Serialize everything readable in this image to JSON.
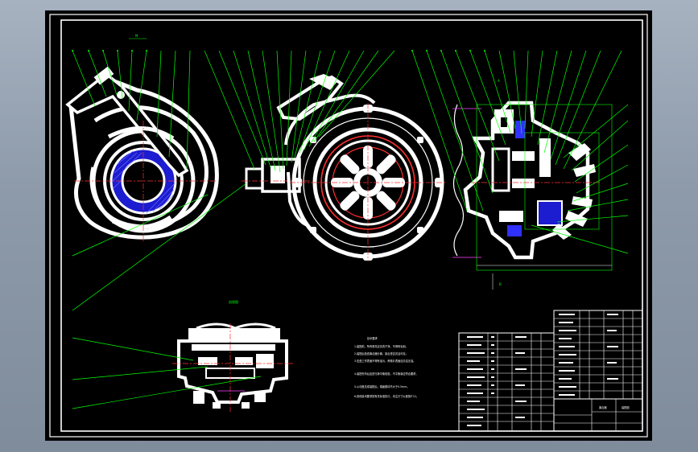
{
  "drawing": {
    "background_color": "#000000",
    "frame_color": "#ffffff",
    "leader_color": "#00ff00",
    "center_line_color": "#ff0000",
    "hatch_color": "#3a3aff",
    "dimension_color": "#ff00ff"
  },
  "views": {
    "top_label": "M",
    "section_label": "剖视图",
    "right_label_1": "A",
    "right_label_2": "B"
  },
  "tech_notes": {
    "title": "技术要求",
    "lines": [
      "1.装配前，所有零件应清洗干净，不得有毛刺。",
      "2.装配后检查离合器分离、接合是否灵活可靠。",
      "3.压盘工作表面不得有油污，摩擦片表面应清洁无油。",
      "4.装配完毕后应进行静平衡检验，不平衡量应符合要求。",
      "5.从动盘总成装配后，端面跳动不大于0.5mm。",
      "6.其他技术要求按有关标准执行，未注尺寸公差按IT12。"
    ]
  },
  "title_block": {
    "part_name": "离合器",
    "drawing_no": "装配图"
  }
}
